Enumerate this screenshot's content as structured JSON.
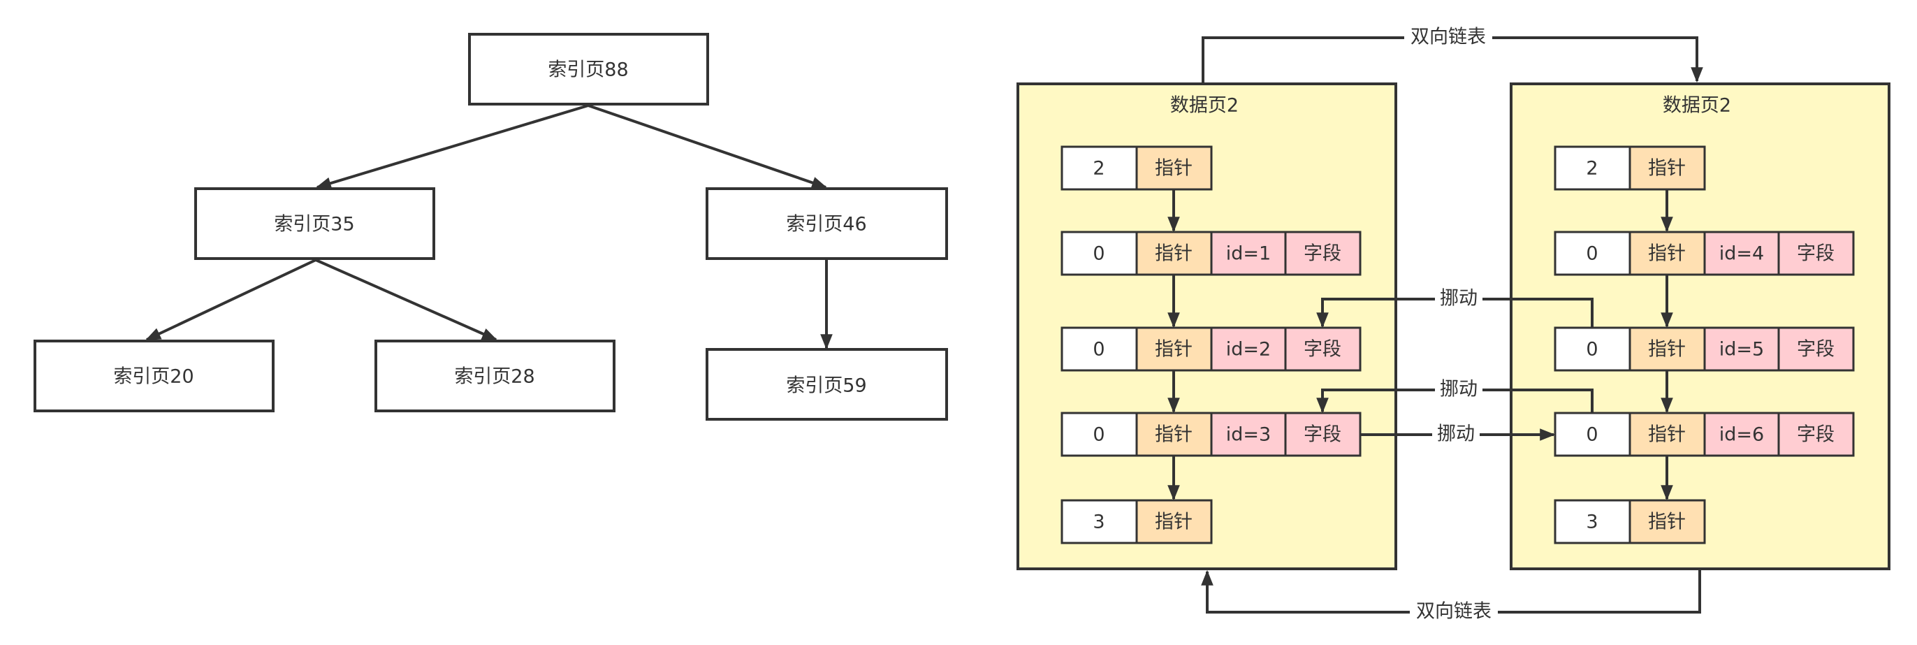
{
  "tree": {
    "root": "索引页88",
    "left": "索引页35",
    "right": "索引页46",
    "left_left": "索引页20",
    "left_right": "索引页28",
    "right_child": "索引页59"
  },
  "pages": [
    {
      "title": "数据页2",
      "header": {
        "num": "2",
        "ptr": "指针"
      },
      "rows": [
        {
          "num": "0",
          "ptr": "指针",
          "id": "id=1",
          "field": "字段"
        },
        {
          "num": "0",
          "ptr": "指针",
          "id": "id=2",
          "field": "字段"
        },
        {
          "num": "0",
          "ptr": "指针",
          "id": "id=3",
          "field": "字段"
        }
      ],
      "footer": {
        "num": "3",
        "ptr": "指针"
      }
    },
    {
      "title": "数据页2",
      "header": {
        "num": "2",
        "ptr": "指针"
      },
      "rows": [
        {
          "num": "0",
          "ptr": "指针",
          "id": "id=4",
          "field": "字段"
        },
        {
          "num": "0",
          "ptr": "指针",
          "id": "id=5",
          "field": "字段"
        },
        {
          "num": "0",
          "ptr": "指针",
          "id": "id=6",
          "field": "字段"
        }
      ],
      "footer": {
        "num": "3",
        "ptr": "指针"
      }
    }
  ],
  "links": {
    "top": "双向链表",
    "bottom": "双向链表",
    "move_1": "挪动",
    "move_2": "挪动",
    "move_3": "挪动"
  },
  "colors": {
    "line": "#333333",
    "page_fill": "#FFF9C4",
    "pointer_fill": "#FFE0B2",
    "record_fill": "#FFCDD2",
    "white": "#FFFFFF"
  }
}
